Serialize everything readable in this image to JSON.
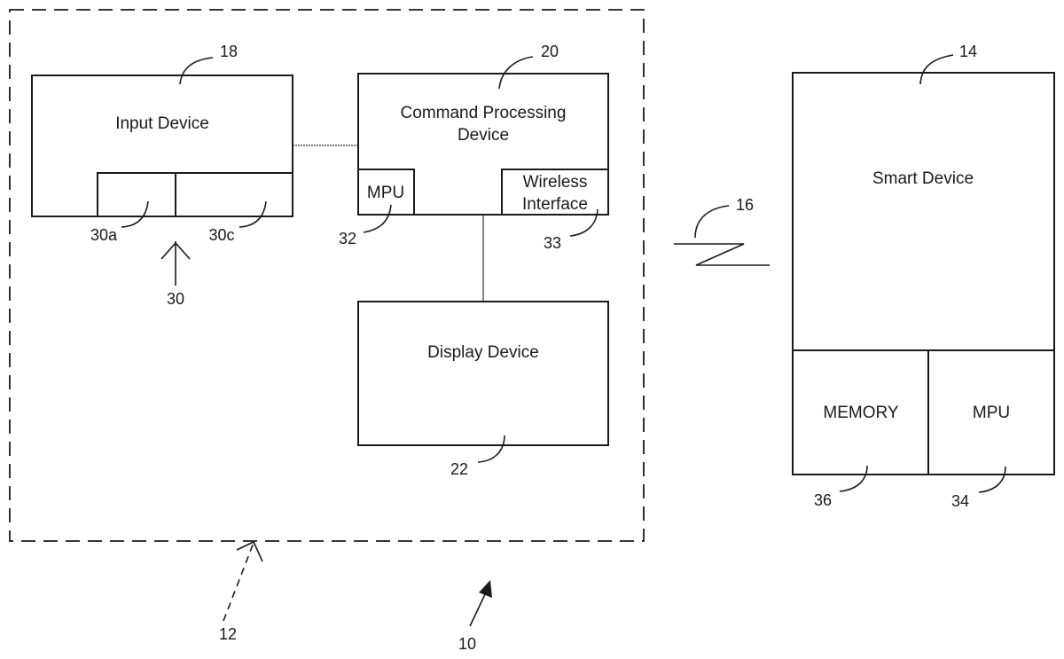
{
  "diagram": {
    "type": "block-diagram",
    "system_boundary": {
      "ref": "12"
    },
    "overall_ref": "10",
    "blocks": {
      "input_device": {
        "label": "Input Device",
        "ref": "18",
        "sub": {
          "left_ref": "30a",
          "right_ref": "30c",
          "group_ref": "30"
        }
      },
      "command_processing": {
        "label_line1": "Command Processing",
        "label_line2": "Device",
        "ref": "20",
        "mpu": {
          "label": "MPU",
          "ref": "32"
        },
        "wireless": {
          "label_line1": "Wireless",
          "label_line2": "Interface",
          "ref": "33"
        }
      },
      "display_device": {
        "label": "Display Device",
        "ref": "22"
      },
      "smart_device": {
        "label": "Smart Device",
        "ref": "14",
        "memory": {
          "label": "MEMORY",
          "ref": "36"
        },
        "mpu": {
          "label": "MPU",
          "ref": "34"
        }
      }
    },
    "wireless_link": {
      "ref": "16"
    },
    "connections": [
      {
        "from": "Input Device",
        "to": "Command Processing Device"
      },
      {
        "from": "Command Processing Device",
        "to": "Display Device"
      },
      {
        "from": "Wireless Interface",
        "to": "Smart Device",
        "kind": "wireless"
      }
    ]
  }
}
